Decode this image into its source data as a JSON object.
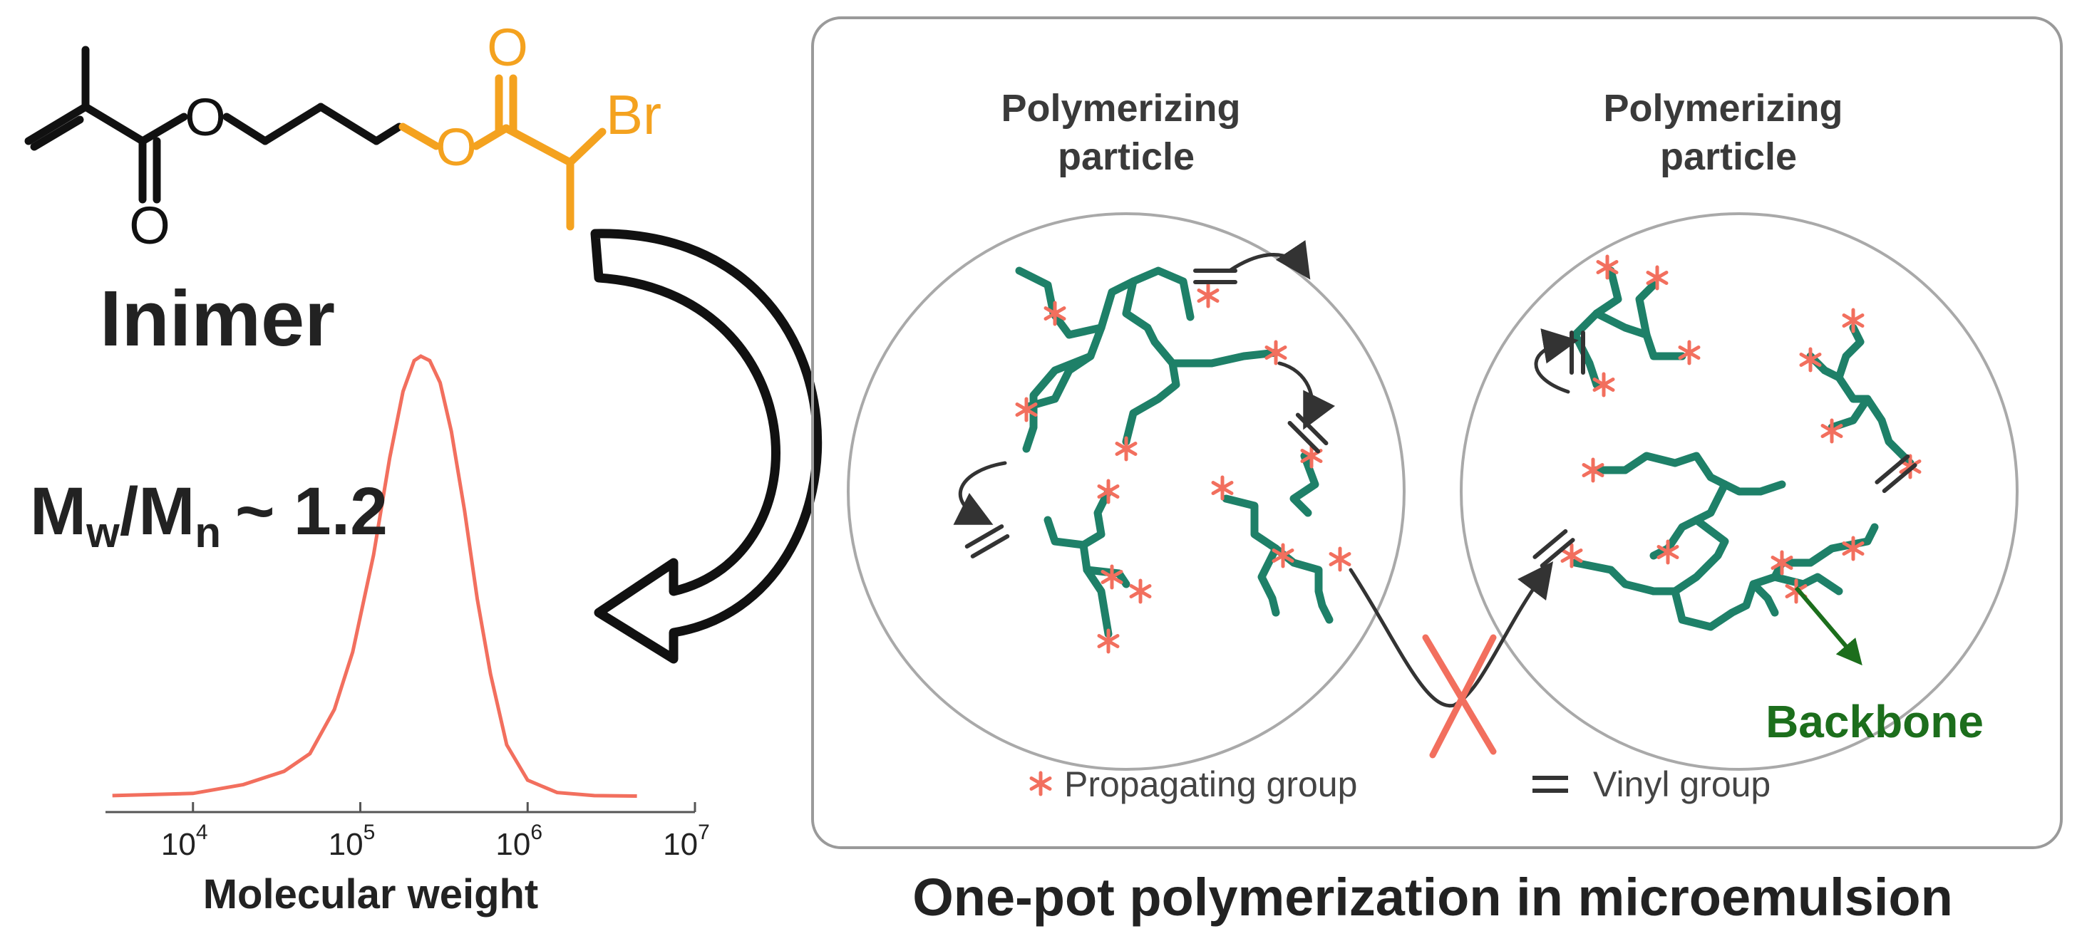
{
  "molecule": {
    "atoms": {
      "o_ester1": "O",
      "o_carbonyl1": "O",
      "o_ester2": "O",
      "o_carbonyl2": "O",
      "bromine": "Br"
    },
    "colors": {
      "methacrylate": "#111111",
      "initiator": "#F4A21F"
    }
  },
  "inimer_label": "Inimer",
  "dispersity": {
    "m1": "M",
    "sub1": "w",
    "slash": "/",
    "m2": "M",
    "sub2": "n",
    "approx": "~ 1.2"
  },
  "chart_data": {
    "type": "line",
    "xscale": "log",
    "xlabel": "Molecular weight",
    "xlim": [
      3000,
      10000000
    ],
    "xticks": [
      10000,
      100000,
      1000000,
      10000000
    ],
    "xtick_labels": [
      {
        "base": "10",
        "exp": "4"
      },
      {
        "base": "10",
        "exp": "5"
      },
      {
        "base": "10",
        "exp": "6"
      },
      {
        "base": "10",
        "exp": "7"
      }
    ],
    "ylim": [
      0,
      1
    ],
    "grid": false,
    "series": [
      {
        "color": "#F26F5E",
        "x": [
          3300,
          10000,
          20000,
          35000,
          50000,
          70000,
          90000,
          120000,
          150000,
          180000,
          210000,
          230000,
          260000,
          300000,
          350000,
          420000,
          500000,
          600000,
          750000,
          1000000,
          1500000,
          2500000,
          4500000
        ],
        "y": [
          0.005,
          0.01,
          0.03,
          0.06,
          0.1,
          0.2,
          0.33,
          0.55,
          0.77,
          0.92,
          0.99,
          1.0,
          0.99,
          0.94,
          0.83,
          0.65,
          0.45,
          0.28,
          0.12,
          0.04,
          0.012,
          0.005,
          0.004
        ]
      }
    ]
  },
  "right_panel": {
    "particle_left_label": [
      "Polymerizing",
      "particle"
    ],
    "particle_right_label": [
      "Polymerizing",
      "particle"
    ],
    "backbone_label": "Backbone",
    "legend": {
      "propagating": "Propagating group",
      "vinyl": "Vinyl group"
    },
    "caption": "One-pot polymerization in microemulsion",
    "colors": {
      "chain": "#1E8068",
      "star": "#F26F5E",
      "backbone_text": "#1C6E1C",
      "frame": "#9A9A9A",
      "circle": "#A9A9A9",
      "vinyl": "#333333",
      "cross": "#F26F5E"
    }
  }
}
